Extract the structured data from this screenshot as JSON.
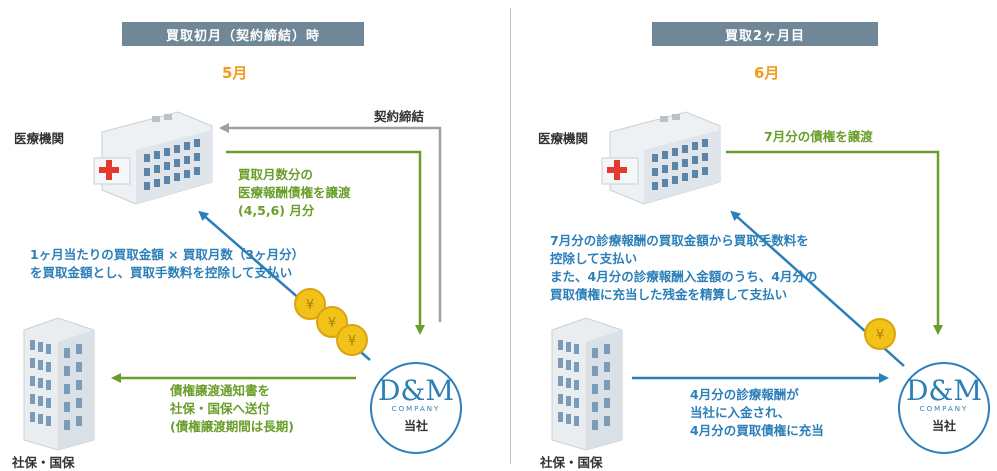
{
  "left": {
    "header": "買取初月（契約締結）時",
    "month": "5月",
    "hospital_label": "医療機関",
    "contract_label": "契約締結",
    "transfer_text": "買取月数分の\n医療報酬債権を譲渡\n(4,5,6) 月分",
    "payment_text": "1ヶ月当たりの買取金額 × 買取月数（3ヶ月分）\nを買取金額とし、買取手数料を控除して支払い",
    "notice_text": "債権譲渡通知書を\n社保・国保へ送付\n(債権譲渡期間は長期)",
    "insurer_label": "社保・国保",
    "company_logo": "D&M",
    "company_sub": "COMPANY",
    "company_label": "当社"
  },
  "right": {
    "header": "買取2ヶ月目",
    "month": "6月",
    "hospital_label": "医療機関",
    "transfer_text": "7月分の債権を譲渡",
    "payment_text": "7月分の診療報酬の買取金額から買取手数料を\n控除して支払い\nまた、4月分の診療報酬入金額のうち、4月分の\n買取債権に充当した残金を精算して支払い",
    "deposit_text": "4月分の診療報酬が\n当社に入金され、\n4月分の買取債権に充当",
    "insurer_label": "社保・国保",
    "company_logo": "D&M",
    "company_sub": "COMPANY",
    "company_label": "当社"
  },
  "colors": {
    "green": "#6a9e2a",
    "blue": "#2c7fb8",
    "gray": "#9aa0a4",
    "header": "#6f8796",
    "orange": "#f29a1e",
    "coin": "#f2c21b"
  },
  "icons": [
    "hospital-icon",
    "office-building-icon",
    "yen-coin-icon"
  ]
}
